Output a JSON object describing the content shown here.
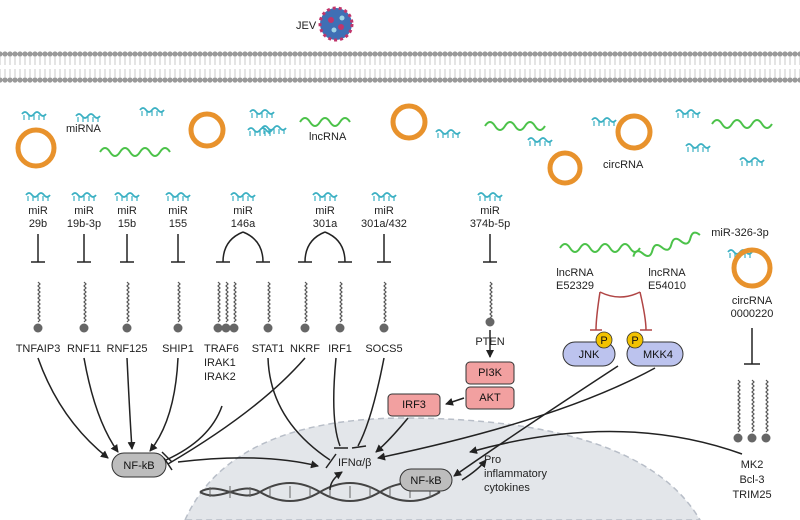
{
  "virus": {
    "label": "JEV"
  },
  "membrane_labels": {
    "mirna": "miRNA",
    "lncrna": "lncRNA",
    "circrna": "circRNA"
  },
  "regulators": [
    {
      "line1": "miR",
      "line2": "29b"
    },
    {
      "line1": "miR",
      "line2": "19b-3p"
    },
    {
      "line1": "miR",
      "line2": "15b"
    },
    {
      "line1": "miR",
      "line2": "155"
    },
    {
      "line1": "miR",
      "line2": "146a"
    },
    {
      "line1": "miR",
      "line2": "301a"
    },
    {
      "line1": "miR",
      "line2": "301a/432"
    },
    {
      "line1": "miR",
      "line2": "374b-5p"
    }
  ],
  "targets": [
    "TNFAIP3",
    "RNF11",
    "RNF125",
    "SHIP1",
    "TRAF6",
    "IRAK1",
    "IRAK2",
    "STAT1",
    "NKRF",
    "IRF1",
    "SOCS5",
    "PTEN"
  ],
  "lncrnas": [
    {
      "line1": "lncRNA",
      "line2": "E52329"
    },
    {
      "line1": "lncRNA",
      "line2": "E54010"
    }
  ],
  "circ": {
    "mir": "miR-326-3p",
    "line1": "circRNA",
    "line2": "0000220"
  },
  "kinases": {
    "jnk": "JNK",
    "mkk4": "MKK4",
    "phospho": "P"
  },
  "pathway": {
    "pi3k": "PI3K",
    "akt": "AKT",
    "irf3": "IRF3"
  },
  "nucleus": {
    "nfkb_cyto": "NF-kB",
    "nfkb_nuc": "NF-kB",
    "ifn": "IFNα/β",
    "pro1": "Pro",
    "pro2": "inflammatory",
    "pro3": "cytokines"
  },
  "circ_targets": [
    "MK2",
    "Bcl-3",
    "TRIM25"
  ],
  "colors": {
    "orange": "#e8922c",
    "teal": "#3bb0c3",
    "green": "#4cc24a",
    "kinase": "#bcc3ee",
    "pink": "#f2a0a0",
    "grey": "#bdbdbd",
    "nucleus": "#e3e6ea",
    "phospho": "#f2c200"
  }
}
